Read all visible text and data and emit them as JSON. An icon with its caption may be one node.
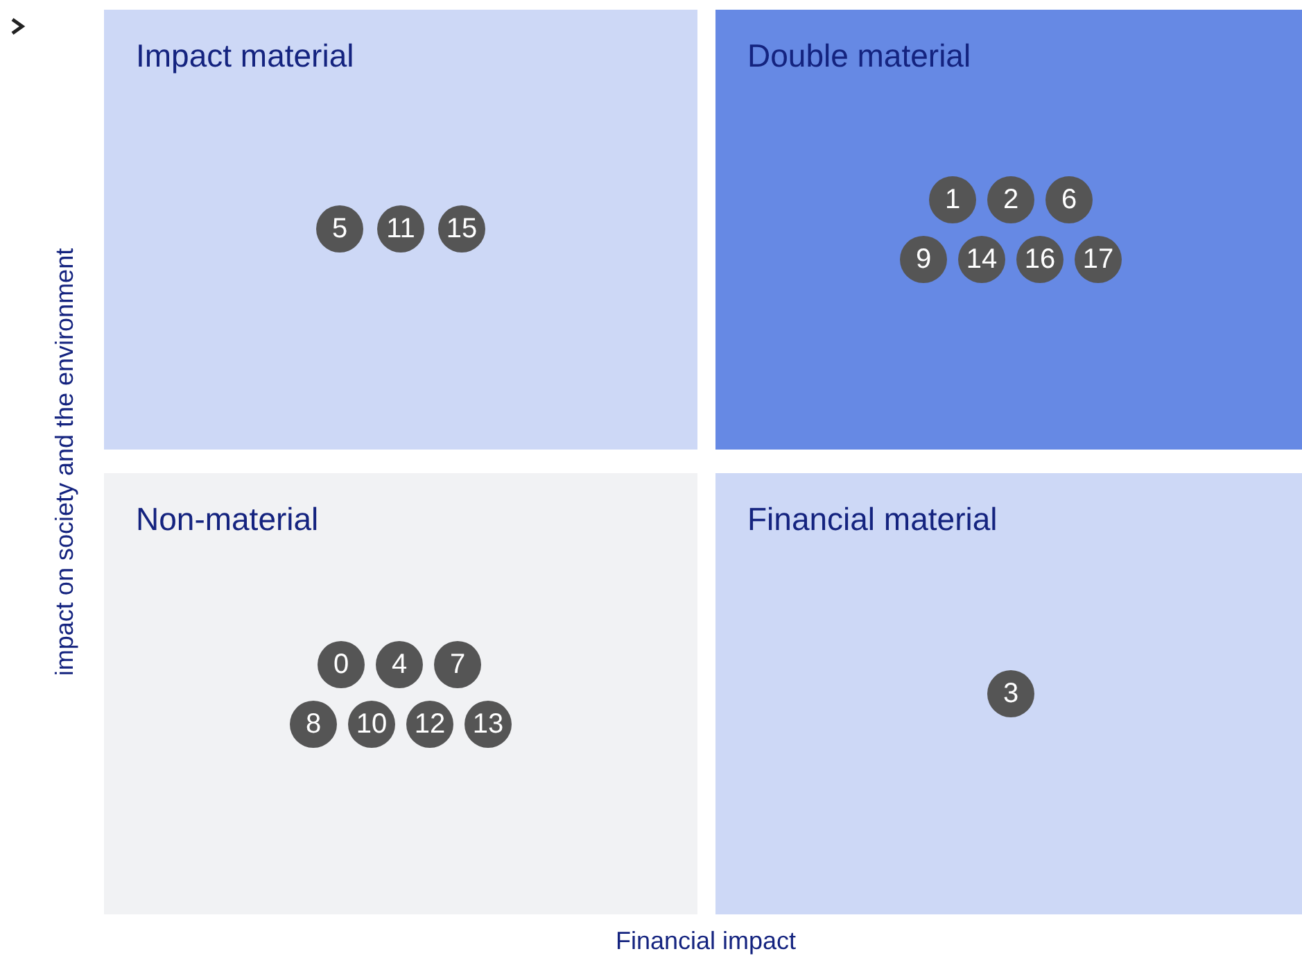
{
  "diagram": {
    "nodes": [
      {
        "text": [
          "Impact material"
        ]
      },
      {
        "text": [
          "5"
        ],
        "in": 0
      },
      {
        "text": [
          "11"
        ],
        "in": 0
      },
      {
        "text": [
          "15"
        ],
        "in": 0
      },
      {
        "text": [
          "Double material"
        ]
      },
      {
        "text": [
          "1"
        ],
        "in": 4
      },
      {
        "text": [
          "2"
        ],
        "in": 4
      },
      {
        "text": [
          "6"
        ],
        "in": 4
      },
      {
        "text": [
          "9"
        ],
        "in": 4
      },
      {
        "text": [
          "14"
        ],
        "in": 4
      },
      {
        "text": [
          "16"
        ],
        "in": 4
      },
      {
        "text": [
          "17"
        ],
        "in": 4
      },
      {
        "text": [
          "Non-material"
        ]
      },
      {
        "text": [
          "0"
        ],
        "in": 12
      },
      {
        "text": [
          "4"
        ],
        "in": 12
      },
      {
        "text": [
          "7"
        ],
        "in": 12
      },
      {
        "text": [
          "8"
        ],
        "in": 12
      },
      {
        "text": [
          "10"
        ],
        "in": 12
      },
      {
        "text": [
          "12"
        ],
        "in": 12
      },
      {
        "text": [
          "13"
        ],
        "in": 12
      },
      {
        "text": [
          "Financial material"
        ]
      },
      {
        "text": [
          "3"
        ],
        "in": 20
      }
    ],
    "edges": [],
    "labels": [
      "impact on society and the environment",
      "Financial impact"
    ]
  }
}
